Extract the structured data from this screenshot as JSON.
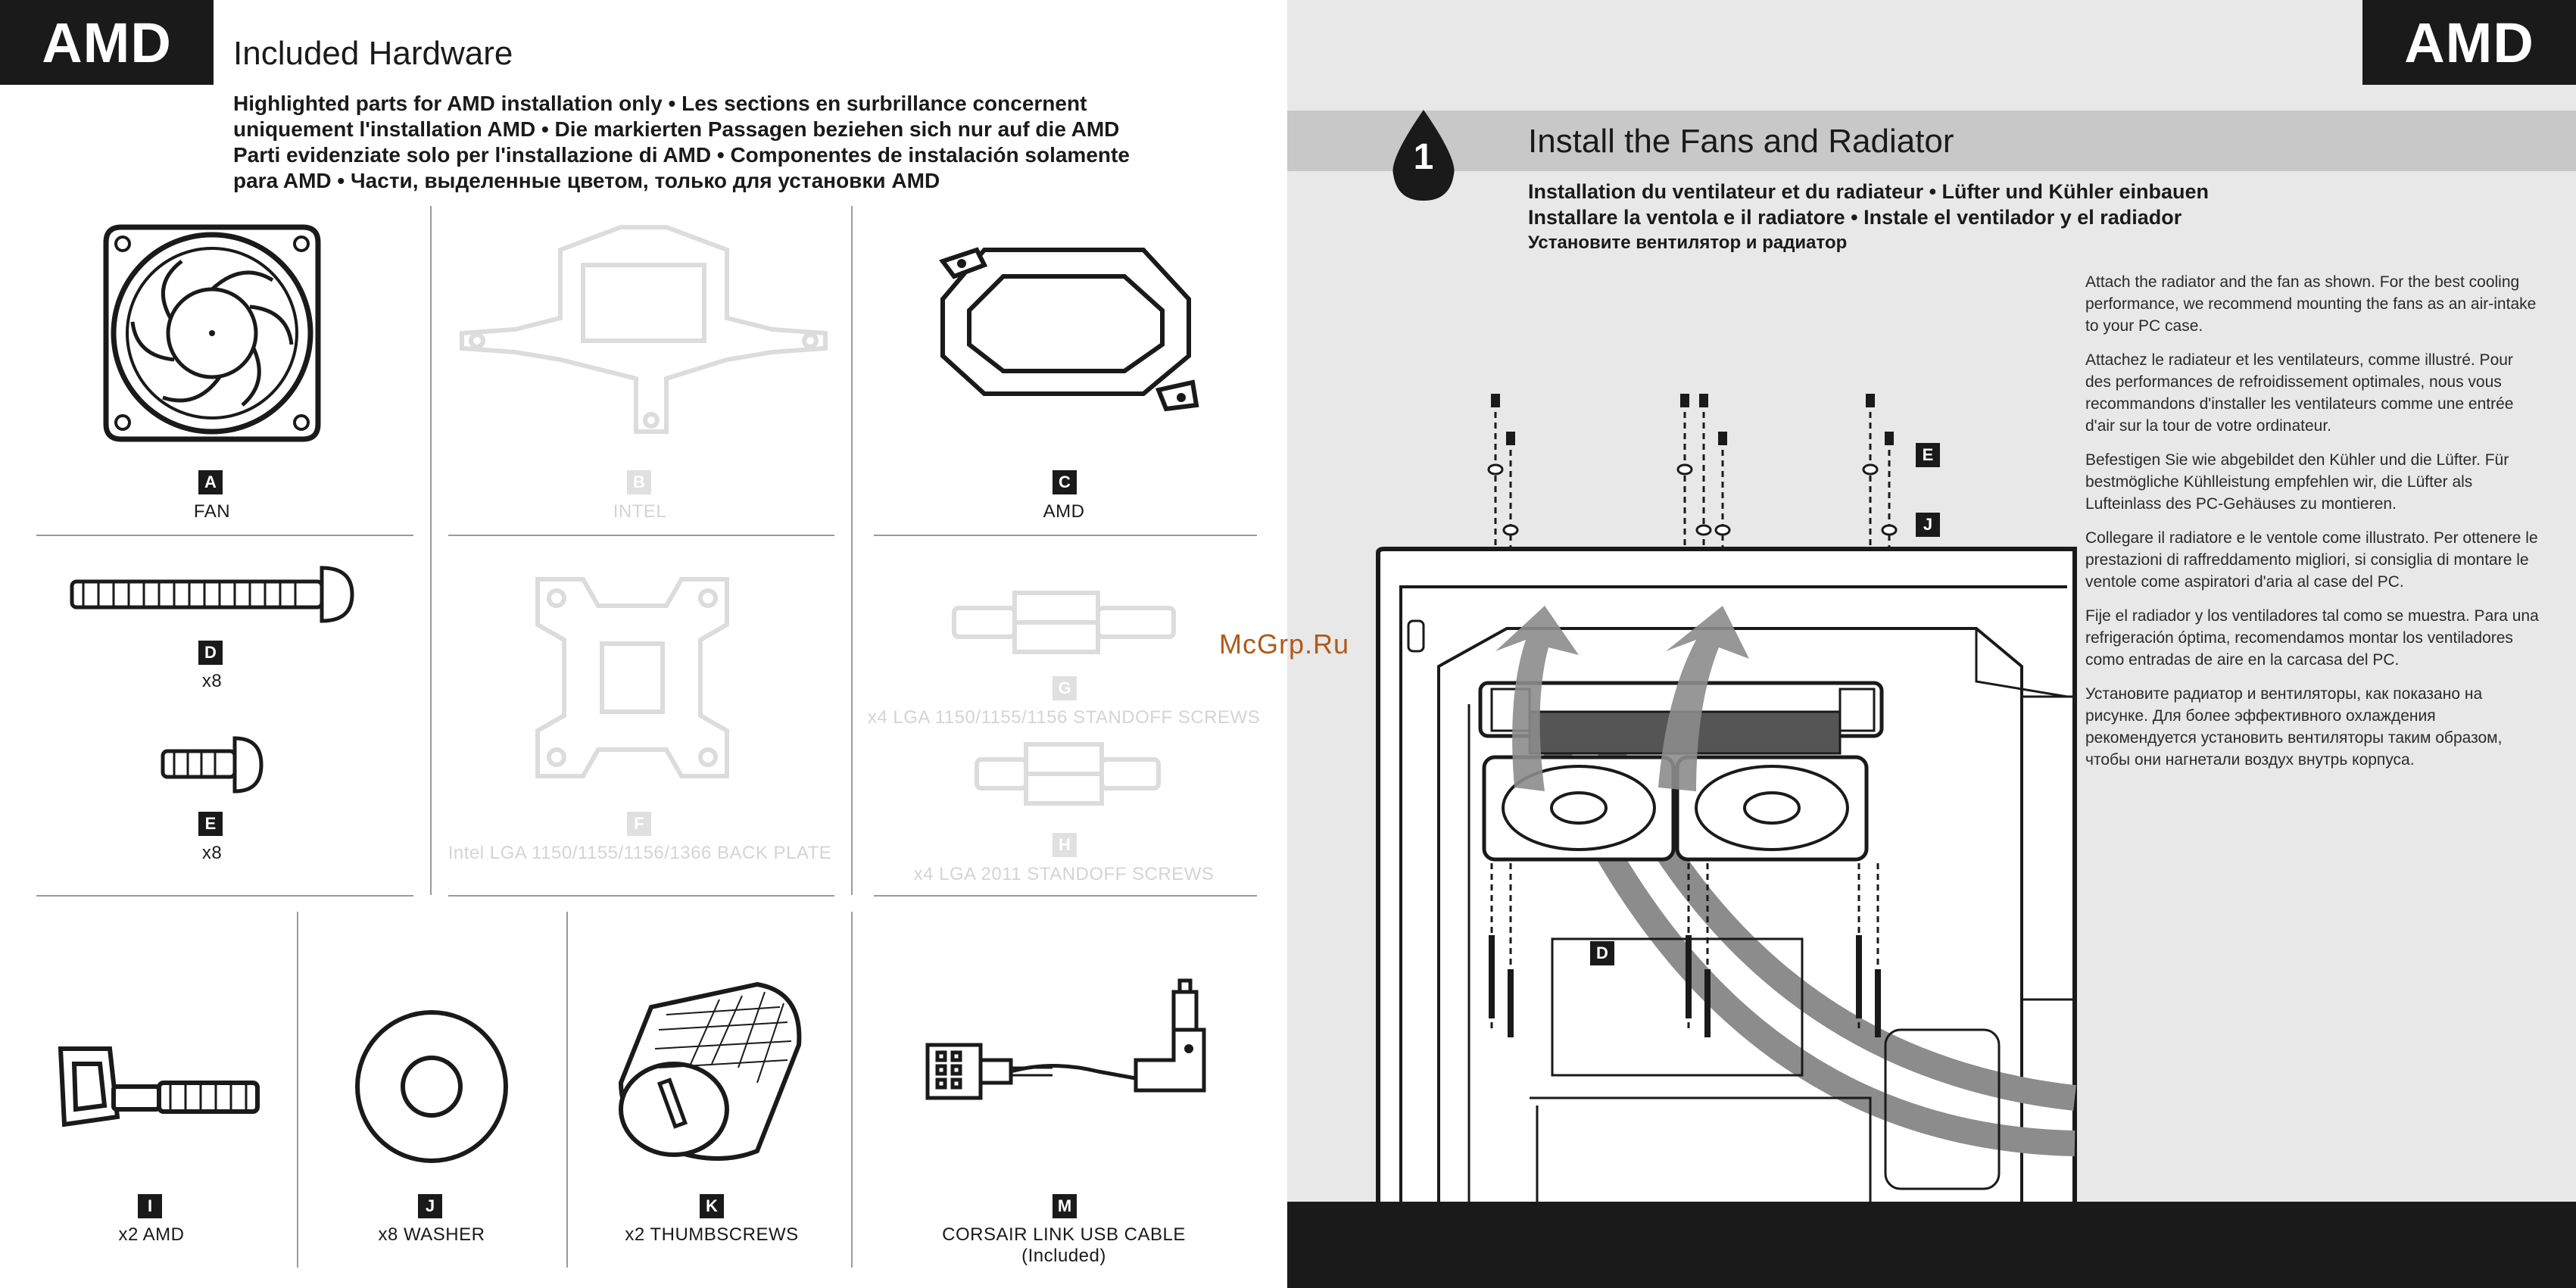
{
  "left_page": {
    "brand": "AMD",
    "title": "Included Hardware",
    "intro_lines": [
      "Highlighted parts for AMD installation only • Les sections en surbrillance concernent",
      "uniquement l'installation AMD • Die markierten Passagen beziehen sich nur auf die AMD",
      "Parti evidenziate solo per l'installazione di AMD • Componentes de instalación solamente",
      "para AMD • Части, выделенные цветом, только для установки AMD"
    ],
    "parts": {
      "A": {
        "letter": "A",
        "label": "FAN"
      },
      "B": {
        "letter": "B",
        "label": "INTEL"
      },
      "C": {
        "letter": "C",
        "label": "AMD"
      },
      "D": {
        "letter": "D",
        "label": "x8"
      },
      "E": {
        "letter": "E",
        "label": "x8"
      },
      "F": {
        "letter": "F",
        "label": "Intel LGA 1150/1155/1156/1366 BACK PLATE"
      },
      "G": {
        "letter": "G",
        "label": "x4 LGA 1150/1155/1156 STANDOFF SCREWS"
      },
      "H": {
        "letter": "H",
        "label": "x4 LGA 2011 STANDOFF SCREWS"
      },
      "I": {
        "letter": "I",
        "label": "x2 AMD"
      },
      "J": {
        "letter": "J",
        "label": "x8 WASHER"
      },
      "K": {
        "letter": "K",
        "label": "x2 THUMBSCREWS"
      },
      "M": {
        "letter": "M",
        "label": "CORSAIR LINK USB CABLE",
        "label2": "(Included)"
      }
    }
  },
  "right_page": {
    "brand": "AMD",
    "step_number": "1",
    "title": "Install the Fans and Radiator",
    "subtitle_lines": [
      "Installation du ventilateur et du radiateur • Lüfter und Kühler einbauen",
      "Installare la ventola e il radiatore • Instale el ventilador y el radiador",
      "Установите вентилятор и радиатор"
    ],
    "paragraphs": [
      "Attach the radiator and the fan as shown. For the best cooling performance, we recommend mounting the fans as an air-intake to your PC case.",
      "Attachez le radiateur et les ventilateurs, comme illustré. Pour des performances de refroidissement optimales, nous vous recommandons d'installer les ventilateurs comme une entrée d'air sur la tour de votre ordinateur.",
      "Befestigen Sie wie abgebildet den Kühler und die Lüfter. Für bestmögliche Kühlleistung empfehlen wir, die Lüfter als Lufteinlass des PC-Gehäuses zu montieren.",
      "Collegare il radiatore e le ventole come illustrato. Per ottenere le prestazioni di raffreddamento migliori, si consiglia di montare le ventole come aspiratori d'aria al case del PC.",
      "Fije el radiador y los ventiladores tal como se muestra. Para una refrigeración óptima, recomendamos montar los ventiladores como entradas de aire en la carcasa del PC.",
      "Установите радиатор и вентиляторы, как показано на рисунке. Для более эффективного охлаждения рекомендуется установить вентиляторы таким образом, чтобы они нагнетали воздух внутрь корпуса."
    ],
    "callouts": {
      "E": "E",
      "J": "J",
      "D": "D"
    },
    "watermark": "McGrp.Ru"
  },
  "colors": {
    "ink": "#1a1a1a",
    "dim": "#d4d4d4",
    "right_bg": "#e8e8e8",
    "band": "#c8c8c8",
    "watermark": "#b05a1a"
  }
}
